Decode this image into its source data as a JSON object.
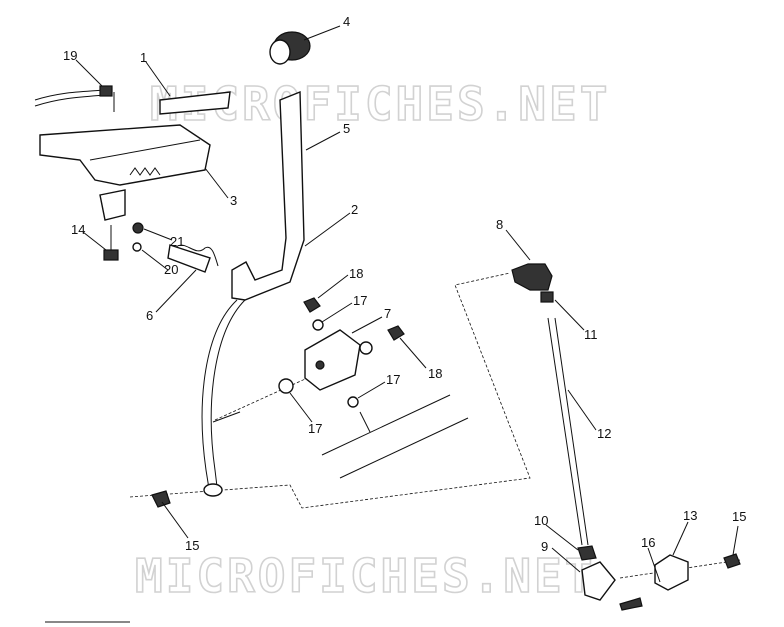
{
  "watermarks": [
    "MICROFICHES.NET",
    "MICROFICHES.NET"
  ],
  "callouts": [
    {
      "id": "1",
      "label": "1"
    },
    {
      "id": "2",
      "label": "2"
    },
    {
      "id": "3",
      "label": "3"
    },
    {
      "id": "4",
      "label": "4"
    },
    {
      "id": "5",
      "label": "5"
    },
    {
      "id": "6",
      "label": "6"
    },
    {
      "id": "7",
      "label": "7"
    },
    {
      "id": "8",
      "label": "8"
    },
    {
      "id": "9",
      "label": "9"
    },
    {
      "id": "10",
      "label": "10"
    },
    {
      "id": "11",
      "label": "11"
    },
    {
      "id": "12",
      "label": "12"
    },
    {
      "id": "13",
      "label": "13"
    },
    {
      "id": "14",
      "label": "14"
    },
    {
      "id": "15a",
      "label": "15"
    },
    {
      "id": "15b",
      "label": "15"
    },
    {
      "id": "16",
      "label": "16"
    },
    {
      "id": "17a",
      "label": "17"
    },
    {
      "id": "17b",
      "label": "17"
    },
    {
      "id": "17c",
      "label": "17"
    },
    {
      "id": "18a",
      "label": "18"
    },
    {
      "id": "18b",
      "label": "18"
    },
    {
      "id": "19",
      "label": "19"
    },
    {
      "id": "20",
      "label": "20"
    },
    {
      "id": "21",
      "label": "21"
    }
  ]
}
